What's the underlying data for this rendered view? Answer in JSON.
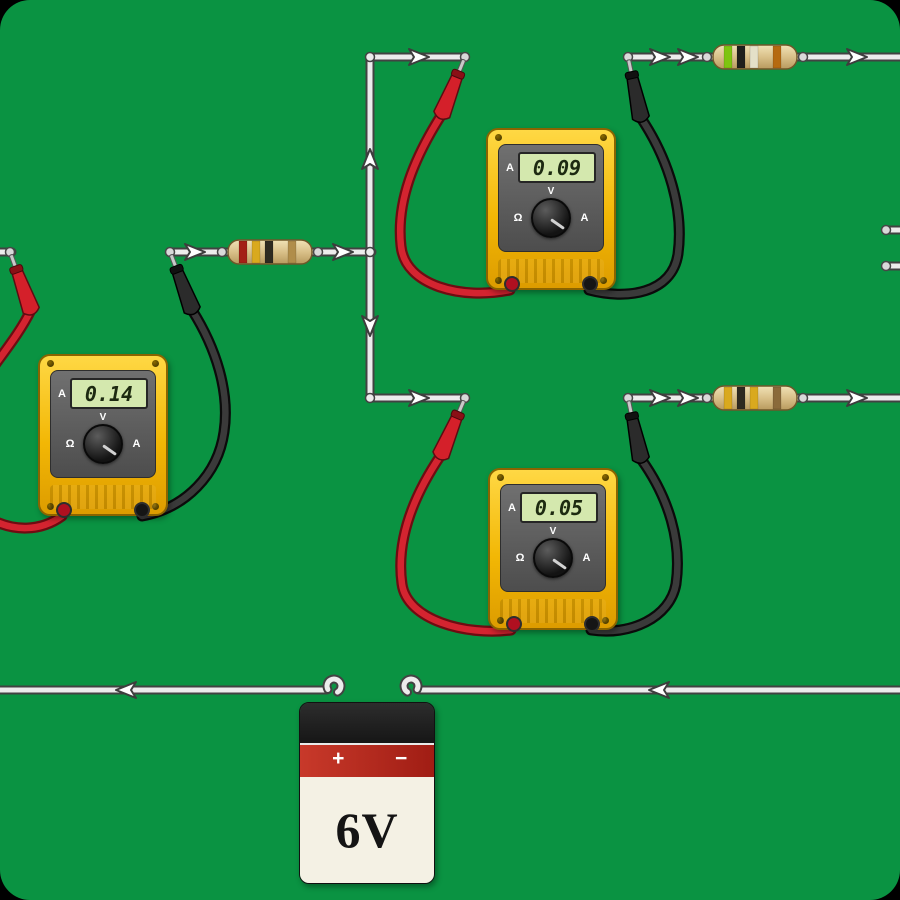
{
  "colors": {
    "bg-green": "#0a9342",
    "wire-core": "#ececec",
    "wire-outline": "#424242",
    "arrow-fill": "#ffffff",
    "meter-yellow": "#f2b705",
    "meter-face": "#4d4d4d",
    "lcd-green": "#d4e8ae",
    "cable-red": "#d42430",
    "cable-black": "#3a3a3a",
    "probe-red": "#d4202a",
    "probe-black": "#2b2b2b",
    "battery-red": "#a01d14",
    "battery-cream": "#f4f1e4",
    "battery-cap": "#161616"
  },
  "meters": [
    {
      "reading": "0.14",
      "mode_label": "A",
      "dial_top": "V",
      "dial_left": "Ω",
      "dial_right": "A"
    },
    {
      "reading": "0.09",
      "mode_label": "A",
      "dial_top": "V",
      "dial_left": "Ω",
      "dial_right": "A"
    },
    {
      "reading": "0.05",
      "mode_label": "A",
      "dial_top": "V",
      "dial_left": "Ω",
      "dial_right": "A"
    }
  ],
  "battery": {
    "voltage_label": "6V",
    "plus_label": "+",
    "minus_label": "−"
  },
  "resistors": [
    {
      "position": "left-feed",
      "bands": [
        "#a32016",
        "#d9a91e",
        "#2e2a20",
        "#b08d4a"
      ]
    },
    {
      "position": "top-branch",
      "bands": [
        "#7ec410",
        "#20201c",
        "#e4e0c8",
        "#b56a10"
      ]
    },
    {
      "position": "lower-branch",
      "bands": [
        "#d9a91e",
        "#2e2a20",
        "#d9a91e",
        "#8a6a3a"
      ]
    }
  ],
  "icons": {
    "current-arrow": "white chevron showing current direction",
    "connector-pin": "silver dot terminal",
    "battery-hook": "curled wire hook"
  }
}
